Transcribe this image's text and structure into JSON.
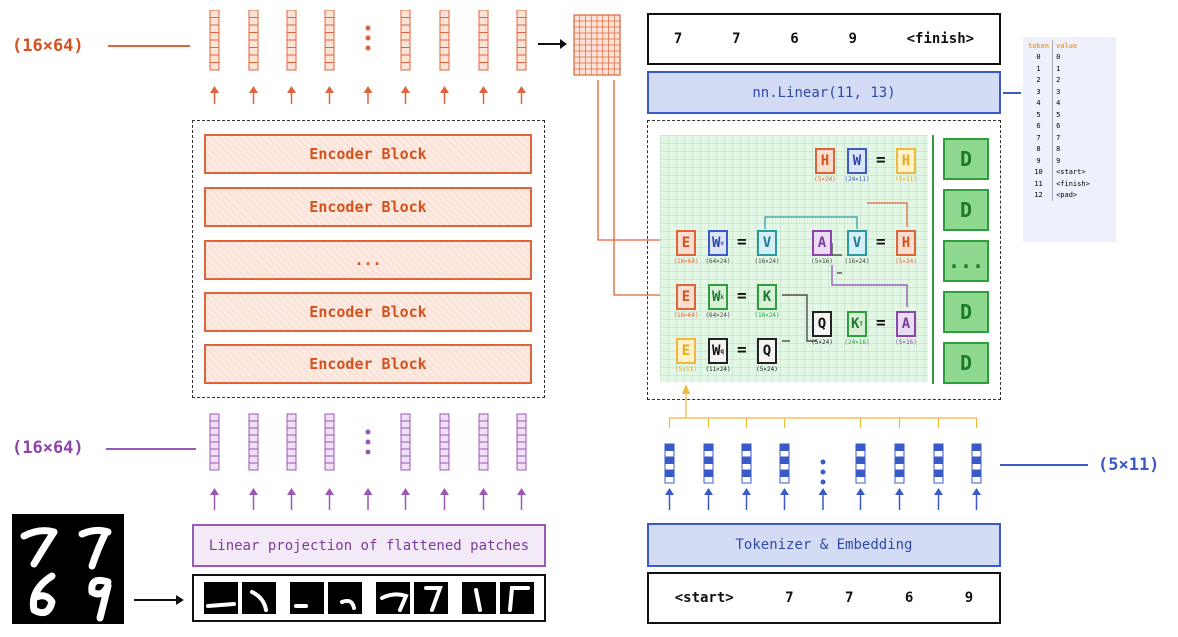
{
  "left": {
    "top_dim": "(16×64)",
    "bottom_dim": "(16×64)",
    "encoder_blocks": [
      "Encoder Block",
      "Encoder Block",
      "...",
      "Encoder Block",
      "Encoder Block"
    ],
    "projection_label": "Linear projection of flattened patches"
  },
  "right": {
    "output_tokens": [
      "7",
      "7",
      "6",
      "9",
      "<finish>"
    ],
    "linear_label": "nn.Linear(11, 13)",
    "input_tokens": [
      "<start>",
      "7",
      "7",
      "6",
      "9"
    ],
    "tokenizer_label": "Tokenizer & Embedding",
    "embed_dim": "(5×11)",
    "decoder_stack": [
      "D",
      "D",
      "...",
      "D",
      "D"
    ]
  },
  "attention": {
    "row_h": {
      "m1": "H",
      "m1_dim": "(5×24)",
      "m2": "W",
      "m2_dim": "(24×11)",
      "res": "H",
      "res_dim": "(5×11)"
    },
    "row_v": {
      "m1": "E",
      "m1_dim": "(16×64)",
      "m2": "W",
      "m2_sub": "v",
      "m2_dim": "(64×24)",
      "res": "V",
      "res_dim": "(16×24)",
      "a": "A",
      "a_dim": "(5×16)",
      "v": "V",
      "v_dim": "(16×24)",
      "out": "H",
      "out_dim": "(5×24)"
    },
    "row_k": {
      "m1": "E",
      "m1_dim": "(16×64)",
      "m2": "W",
      "m2_sub": "k",
      "m2_dim": "(64×24)",
      "res": "K",
      "res_dim": "(16×24)"
    },
    "row_q": {
      "m1": "E",
      "m1_dim": "(5×11)",
      "m2": "W",
      "m2_sub": "q",
      "m2_dim": "(11×24)",
      "res": "Q",
      "res_dim": "(5×24)"
    },
    "row_a": {
      "q": "Q",
      "q_dim": "(5×24)",
      "k": "K",
      "k_sup": "T",
      "k_dim": "(24×16)",
      "a": "A",
      "a_dim": "(5×16)"
    }
  },
  "vocab_table": {
    "headers": [
      "token",
      "value"
    ],
    "rows": [
      [
        "0",
        "0"
      ],
      [
        "1",
        "1"
      ],
      [
        "2",
        "2"
      ],
      [
        "3",
        "3"
      ],
      [
        "4",
        "4"
      ],
      [
        "5",
        "5"
      ],
      [
        "6",
        "6"
      ],
      [
        "7",
        "7"
      ],
      [
        "8",
        "8"
      ],
      [
        "9",
        "9"
      ],
      [
        "10",
        "<start>"
      ],
      [
        "11",
        "<finish>"
      ],
      [
        "12",
        "<pad>"
      ]
    ]
  },
  "colors": {
    "orange": "#e0643a",
    "purple": "#9b59b6",
    "blue": "#3a5bc7",
    "green": "#2e9e3e",
    "yellow": "#f0b840"
  }
}
